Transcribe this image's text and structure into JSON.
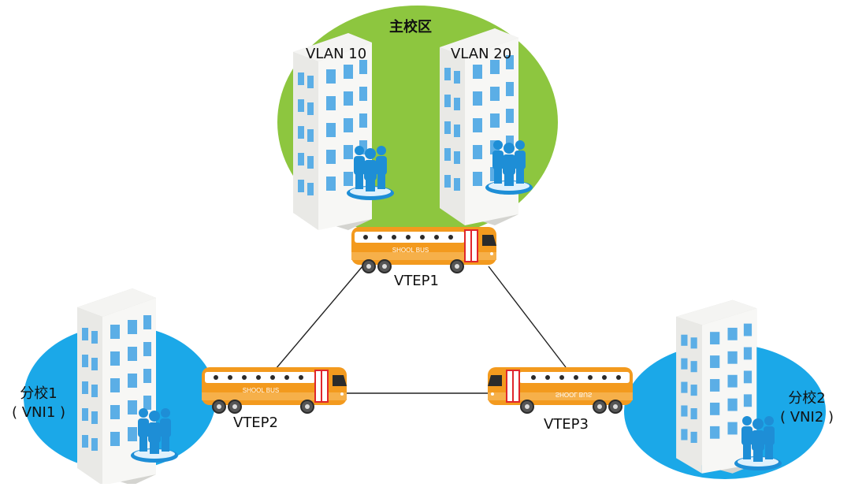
{
  "main_campus": {
    "label": "主校区",
    "color": "#8DC63F"
  },
  "branch_1": {
    "label": "分校1",
    "vni": "( VNI1 )",
    "color": "#1BA8E8"
  },
  "branch_2": {
    "label": "分校2",
    "vni": "( VNI2 )",
    "color": "#1BA8E8"
  },
  "vlans": [
    {
      "label": "VLAN 10"
    },
    {
      "label": "VLAN 20"
    }
  ],
  "vteps": [
    {
      "label": "VTEP1",
      "bus_text": "SHOOL BUS"
    },
    {
      "label": "VTEP2",
      "bus_text": "SHOOL BUS"
    },
    {
      "label": "VTEP3",
      "bus_text": "SHOOL BUS"
    }
  ],
  "colors": {
    "bus": "#F39A1E",
    "building": "#ECECE9",
    "window": "#5BAEE6",
    "people": "#1E8ED6",
    "link": "#222222"
  },
  "icons": [
    "building-icon",
    "people-group-icon",
    "school-bus-icon"
  ]
}
